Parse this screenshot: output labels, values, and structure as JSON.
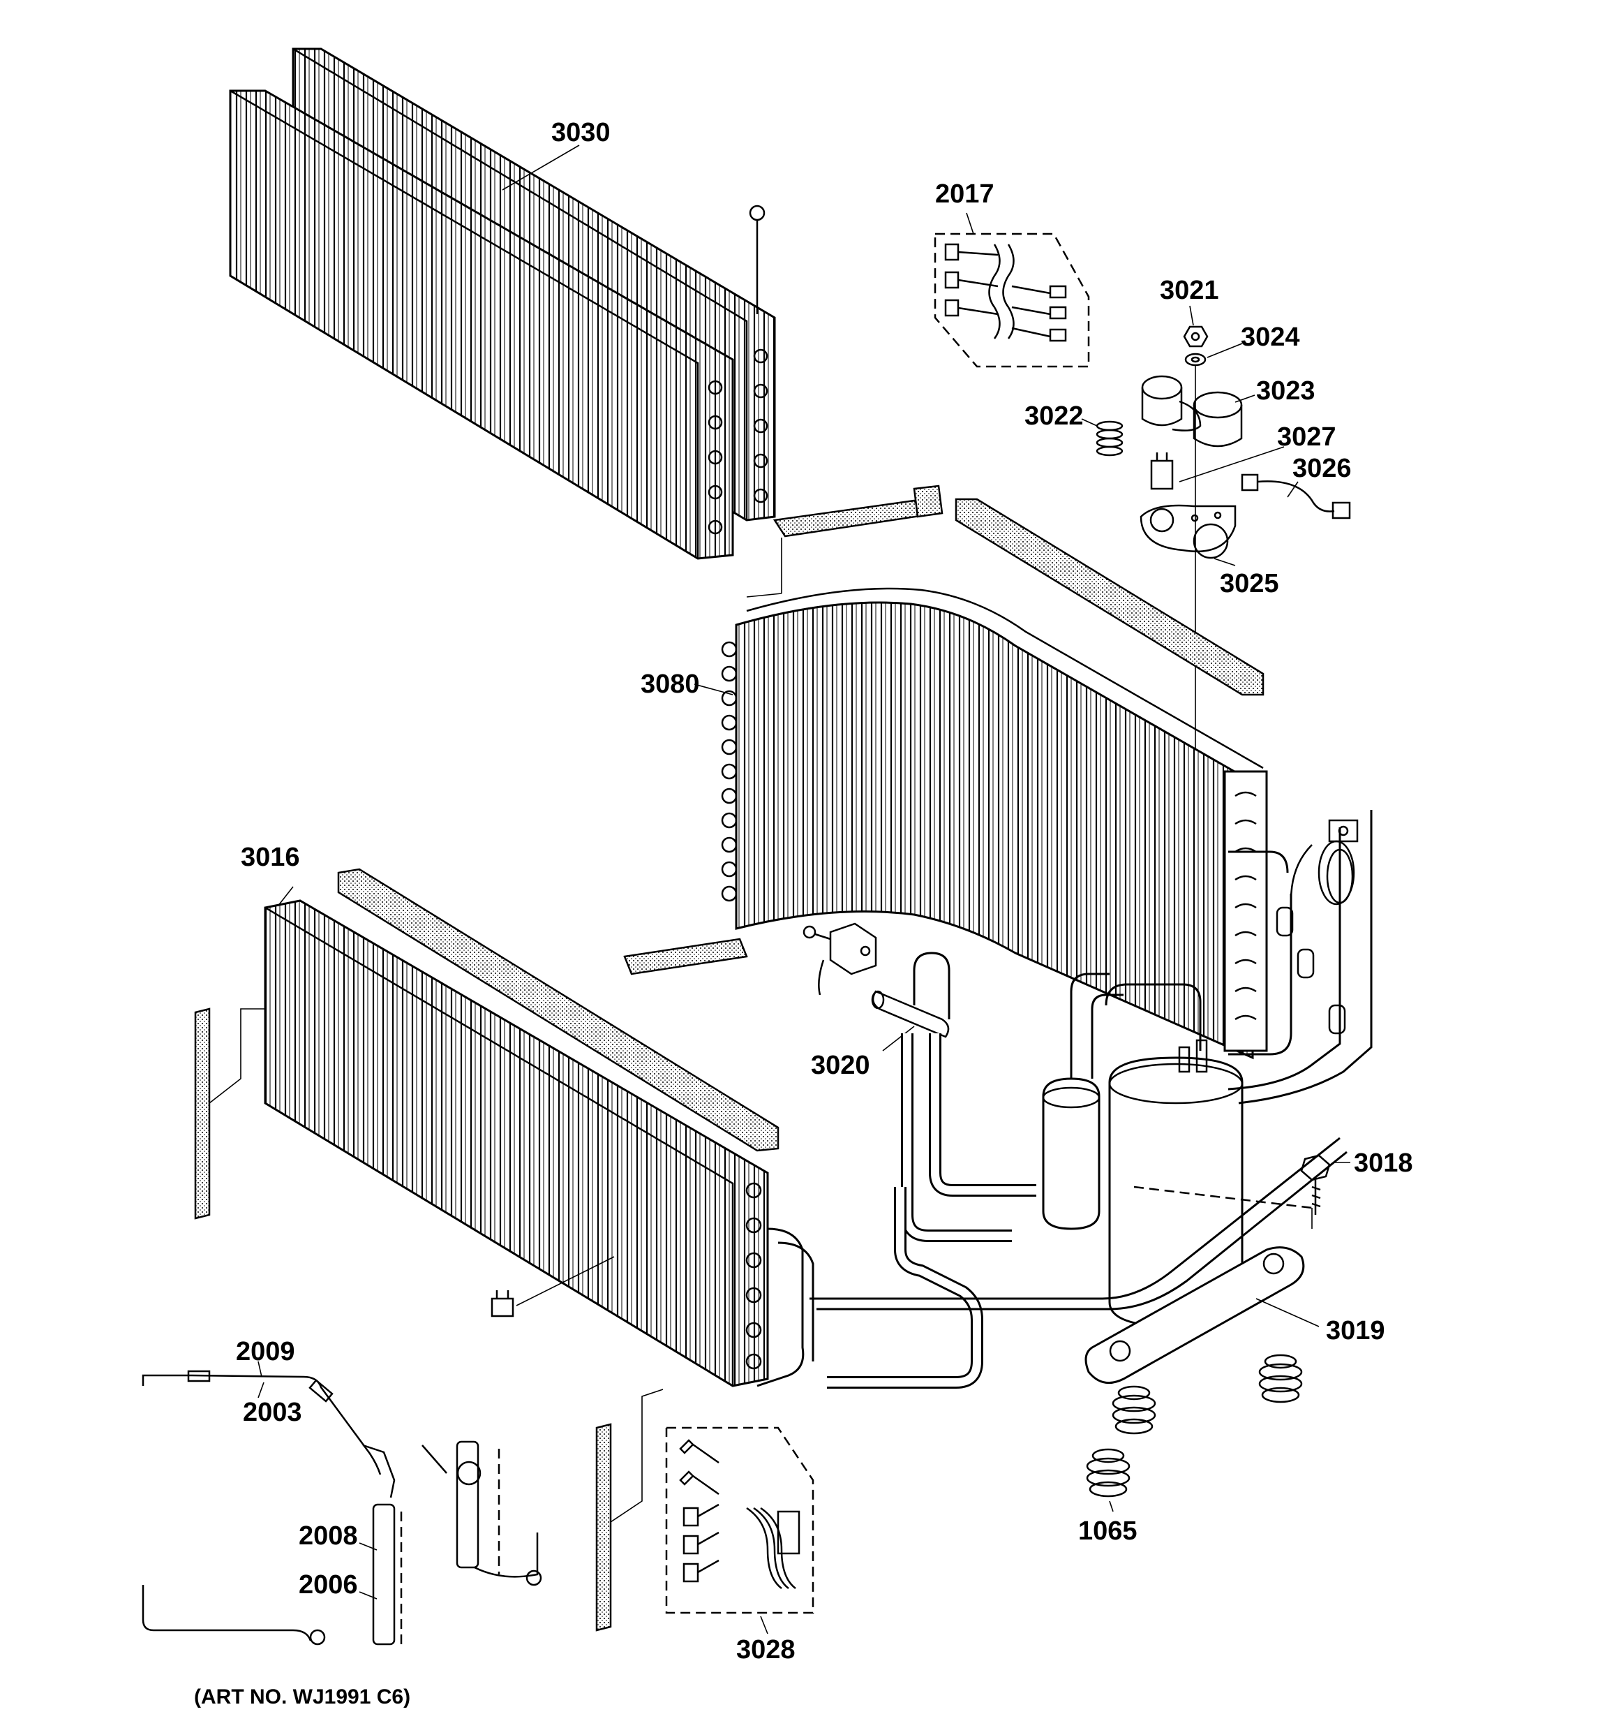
{
  "callouts": {
    "p3030": "3030",
    "p2017": "2017",
    "p3021": "3021",
    "p3024": "3024",
    "p3023": "3023",
    "p3022": "3022",
    "p3027": "3027",
    "p3026": "3026",
    "p3025": "3025",
    "p3080": "3080",
    "p3016": "3016",
    "p3020": "3020",
    "p3018": "3018",
    "p3019": "3019",
    "p2009": "2009",
    "p2003": "2003",
    "p2008": "2008",
    "p2006": "2006",
    "p1065": "1065",
    "p3028": "3028"
  },
  "art_number": "(ART NO. WJ1991 C6)"
}
